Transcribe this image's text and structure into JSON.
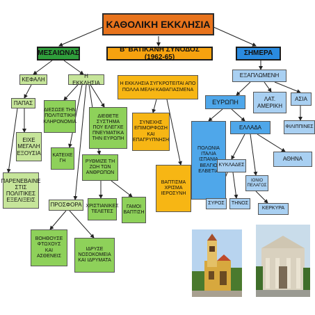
{
  "root": "ΚΑΘΟΛΙΚΗ ΕΚΚΛΗΣΙΑ",
  "categories": {
    "medieval": "ΜΕΣΑΙΩΝΑΣ",
    "vatican": "Β' ΒΑΤΙΚΑΝΗ ΣΥΝΟΔΟΣ (1962-65)",
    "today": "ΣΗΜΕΡΑ"
  },
  "medieval": {
    "head": "ΚΕΦΑΛΗ",
    "church": "Η ΕΚΚΛΗΣΙΑ",
    "pope": "ΠΑΠΑΣ",
    "power": "ΕΙΧΕ ΜΕΓΑΛΗ ΕΞΟΥΣΙΑ",
    "politics": "ΠΑΡΕΝΕΒΑΙΝΕ ΣΤΙΣ ΠΟΛΙΤΙΚΕΣ ΕΞΕΛΙΞΕΙΣ",
    "culture": "ΔΙΕΣΩΣΕ ΤΗΝ ΠΟΛΙΤΙΣΤΙΚΗ ΚΛΗΡΟΝΟΜΙΑ",
    "land": "ΚΑΤΕΙΧΕ ΓΗ",
    "system": "ΔΙΕΘΕΤΕ ΣΥΣΤΗΜΑ ΠΟΥ ΕΛΕΓΧΕ ΠΝΕΥΜΑΤΙΚΑ ΤΗΝ ΕΥΡΩΠΗ",
    "life": "ΡΥΘΜΙΖΕ ΤΗ ΖΩΗ ΤΩΝ ΑΝΘΡΩΠΩΝ",
    "rites": "ΧΡΙΣΤΙΑΝΙΚΕΣ ΤΕΛΕΤΕΣ",
    "weddings": "ΓΑΜΟΙ ΒΑΠΤΙΣΗ",
    "offering": "ΠΡΟΣΦΟΡΑ",
    "help": "ΒΟΗΘΟΥΣΕ ΦΤΩΧΟΥΣ ΚΑΙ ΑΣΘΕΝΕΙΣ",
    "found": "ΙΔΡΥΣΕ ΝΟΣΟΚΟΜΕΙΑ ΚΑΙ ΙΔΡΥΜΑΤΑ"
  },
  "vatican": {
    "main": "Η ΕΚΚΛΗΣΙΑ ΣΥΓΚΡΟΤΕΙΤΑΙ ΑΠΟ ΠΟΛΛΑ ΜΕΛΗ ΚΑΘΑΓΙΑΣΜΕΝΑ",
    "training": "ΣΥΝΕΧΗΣ ΕΠΙΜΟΡΦΩΣΗ ΚΑΙ ΕΠΑΓΡΥΠΝΗΣΗ",
    "sacraments": "ΒΑΠΤΙΣΜΑ ΧΡΙΣΜΑ ΙΕΡΟΣΥΝΗ"
  },
  "today": {
    "spread": "ΕΞΑΠΛΩΜΕΝΗ",
    "europe": "ΕΥΡΩΠΗ",
    "latam": "ΛΑΤ. ΑΜΕΡΙΚΗ",
    "asia": "ΑΣΙΑ",
    "countries": "ΠΟΛΩΝΙΑ ΙΤΑΛΙΑ ΙΣΠΑΝΙΑ ΒΕΛΓΙΟ ΕΛΒΕΤΙΑ",
    "greece": "ΕΛΛΑΔΑ",
    "philippines": "ΦΙΛΙΠΠΙΝΕΣ",
    "cyclades": "ΚΥΚΛΑΔΕΣ",
    "ionian": "ΙΟΝΙΟ ΠΕΛΑΓΟΣ",
    "athens": "ΑΘΗΝΑ",
    "syros": "ΣΥΡΟΣ",
    "tinos": "ΤΗΝΟΣ",
    "corfu": "ΚΕΡΚΥΡΑ"
  }
}
